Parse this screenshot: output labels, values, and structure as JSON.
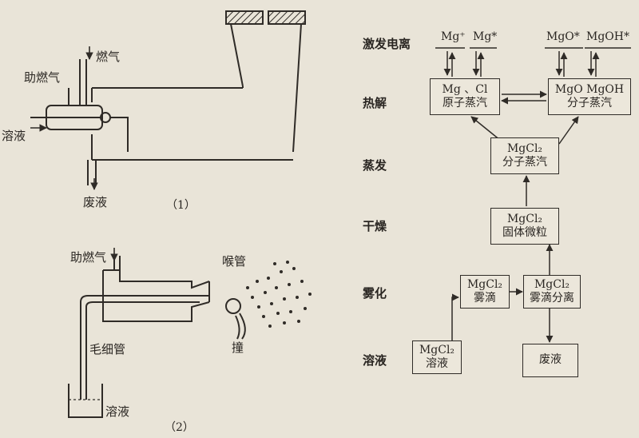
{
  "fig1": {
    "fuel": "燃气",
    "oxidant": "助燃气",
    "solution": "溶液",
    "waste": "废液",
    "caption": "（1）"
  },
  "fig2": {
    "oxidant": "助燃气",
    "throat": "喉管",
    "capillary": "毛细管",
    "impact": "撞",
    "solution": "溶液",
    "caption": "（2）"
  },
  "flow": {
    "rows": [
      "激发电离",
      "热解",
      "蒸发",
      "干燥",
      "雾化",
      "溶液"
    ],
    "species": [
      "Mg⁺",
      "Mg*",
      "MgO*",
      "MgOH*"
    ],
    "boxes": {
      "atom_vapor": [
        "Mg 、Cl",
        "原子蒸汽"
      ],
      "mol_vapor": [
        "MgO  MgOH",
        "分子蒸汽"
      ],
      "mgcl2_vapor": [
        "MgCl₂",
        "分子蒸汽"
      ],
      "solid": [
        "MgCl₂",
        "固体微粒"
      ],
      "droplet": [
        "MgCl₂",
        "雾滴"
      ],
      "droplet_sep": [
        "MgCl₂",
        "雾滴分离"
      ],
      "solution": [
        "MgCl₂",
        "溶液"
      ],
      "waste": [
        "废液"
      ]
    }
  }
}
